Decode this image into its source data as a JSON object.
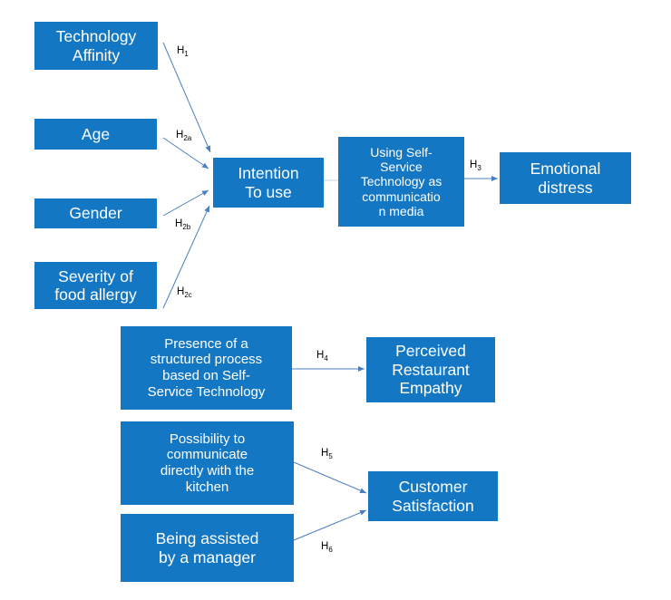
{
  "colors": {
    "box": "#1477c4",
    "box_text": "#ffffff",
    "arrow": "#4a7fc1"
  },
  "nodes": {
    "technology_affinity": "Technology\nAffinity",
    "age": "Age",
    "gender": "Gender",
    "severity": "Severity of\nfood allergy",
    "intention": "Intention\nTo use",
    "using_sst": "Using Self-\nService\nTechnology as\ncommunicatio\nn media",
    "emotional_distress": "Emotional\ndistress",
    "presence_process": "Presence of a\nstructured process\nbased on Self-\nService Technology",
    "perceived_empathy": "Perceived\nRestaurant\nEmpathy",
    "communicate_kitchen": "Possibility to\ncommunicate\ndirectly with the\nkitchen",
    "assisted_manager": "Being assisted\nby a manager",
    "customer_satisfaction": "Customer\nSatisfaction"
  },
  "hypotheses": {
    "h1": {
      "base": "H",
      "sub": "1"
    },
    "h2a": {
      "base": "H",
      "sub": "2a"
    },
    "h2b": {
      "base": "H",
      "sub": "2b"
    },
    "h2c": {
      "base": "H",
      "sub": "2c"
    },
    "h3": {
      "base": "H",
      "sub": "3"
    },
    "h4": {
      "base": "H",
      "sub": "4"
    },
    "h5": {
      "base": "H",
      "sub": "5"
    },
    "h6": {
      "base": "H",
      "sub": "6"
    }
  }
}
